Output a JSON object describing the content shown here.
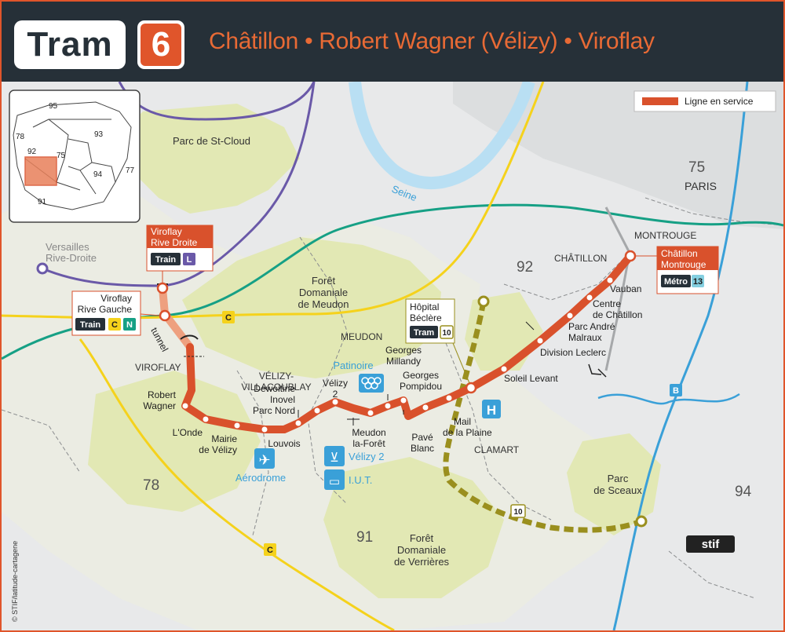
{
  "header": {
    "mode": "Tram",
    "line_number": "6",
    "title": "Châtillon • Robert Wagner (Vélizy) • Viroflay"
  },
  "legend": {
    "label": "Ligne en service",
    "color": "#d9512c"
  },
  "colors": {
    "tram": "#d9512c",
    "tram_tunnel": "#eea07f",
    "rer_c": "#f5d21c",
    "rer_n": "#16a085",
    "train_l": "#6a59a8",
    "tram10": "#9a8f1e",
    "seine": "#b9dff3",
    "metro13": "#84cfe0"
  },
  "inset": {
    "depts": [
      "95",
      "93",
      "78",
      "92",
      "75",
      "94",
      "77",
      "91"
    ]
  },
  "areas": {
    "parc_st_cloud": "Parc de St-Cloud",
    "seine": "Seine",
    "paris_num": "75",
    "paris": "PARIS",
    "montrouge": "MONTROUGE",
    "chatillon": "CHÂTILLON",
    "dept_92": "92",
    "versailles": [
      "Versailles",
      "Rive-Droite"
    ],
    "foret_meudon": [
      "Forêt",
      "Domaniale",
      "de Meudon"
    ],
    "meudon": "MEUDON",
    "viroflay": "VIROFLAY",
    "velizy": [
      "VÉLIZY-",
      "VILLACOUBLAY"
    ],
    "clamart": "CLAMART",
    "dept_78": "78",
    "dept_91": "91",
    "dept_94": "94",
    "parc_sceaux": [
      "Parc",
      "de Sceaux"
    ],
    "foret_verrieres": [
      "Forêt",
      "Domaniale",
      "de Verrières"
    ],
    "tunnel": "tunnel",
    "copyright": "© STIF/latitude-cartagene",
    "stif": "stif"
  },
  "stations": [
    {
      "name": [
        "Robert",
        "Wagner"
      ]
    },
    {
      "name": [
        "L'Onde"
      ]
    },
    {
      "name": [
        "Mairie",
        "de Vélizy"
      ]
    },
    {
      "name": [
        "Louvois"
      ]
    },
    {
      "name": [
        "Dewoitine",
        "Inovel",
        "Parc Nord"
      ]
    },
    {
      "name": [
        "Vélizy",
        "2"
      ]
    },
    {
      "name": [
        "Meudon",
        "la-Forêt"
      ]
    },
    {
      "name": [
        "Georges",
        "Millandy"
      ]
    },
    {
      "name": [
        "Georges",
        "Pompidou"
      ]
    },
    {
      "name": [
        "Pavé",
        "Blanc"
      ]
    },
    {
      "name": [
        "Mail",
        "de la Plaine"
      ]
    },
    {
      "name": [
        "Soleil Levant"
      ]
    },
    {
      "name": [
        "Division Leclerc"
      ]
    },
    {
      "name": [
        "Parc André",
        "Malraux"
      ]
    },
    {
      "name": [
        "Centre",
        "de Châtillon"
      ]
    },
    {
      "name": [
        "Vauban"
      ]
    }
  ],
  "terminals": {
    "chatillon_montrouge": {
      "name": [
        "Châtillon",
        "Montrouge"
      ],
      "conn_mode": "Métro",
      "conn_line": "13"
    },
    "viroflay_rd": {
      "name": [
        "Viroflay",
        "Rive Droite"
      ],
      "conn_mode": "Train",
      "conn_line": "L"
    },
    "viroflay_rg": {
      "name": [
        "Viroflay",
        "Rive Gauche"
      ],
      "conn_mode": "Train",
      "conn_lines": [
        "C",
        "N"
      ]
    },
    "hopital_beclere": {
      "name": [
        "Hôpital",
        "Béclère"
      ],
      "conn_mode": "Tram",
      "conn_line": "10"
    }
  },
  "pois": {
    "patinoire": "Patinoire",
    "aerodrome": "Aérodrome",
    "velizy2": "Vélizy 2",
    "iut": "I.U.T."
  },
  "line_labels": {
    "rer_c": "C",
    "tram10": "10",
    "rer_b": "B"
  }
}
